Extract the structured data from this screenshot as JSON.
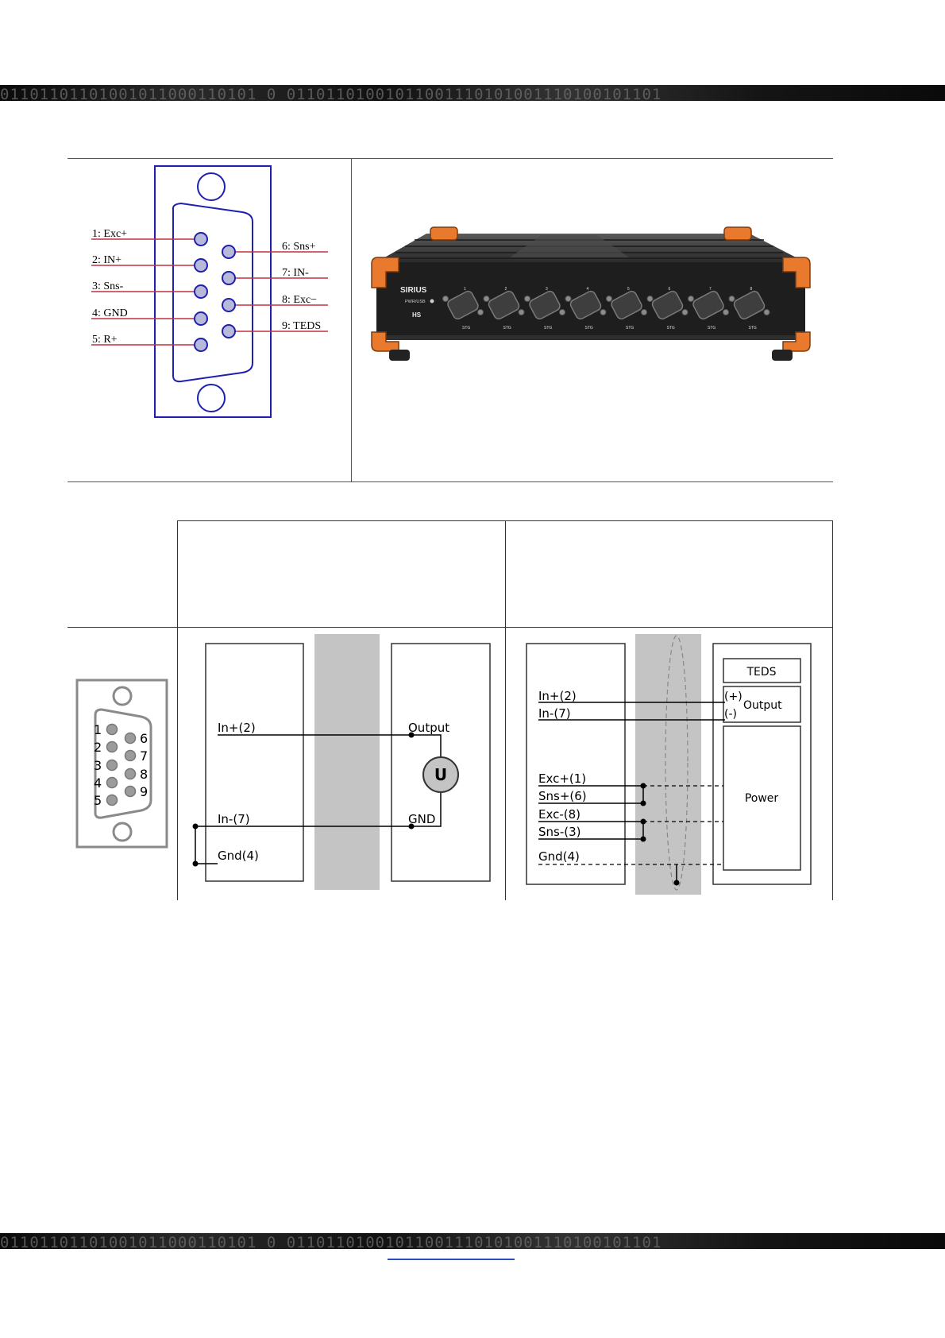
{
  "header_band": {
    "pattern": "01101101101001011000110101 0 01101101001011001110101001110100101101"
  },
  "footer_band": {
    "pattern": "01101101101001011000110101 0 01101101001011001110101001110100101101"
  },
  "pinout_diagram": {
    "pins_left": [
      "1: Exc+",
      "2: IN+",
      "3: Sns-",
      "4: GND",
      "5: R+"
    ],
    "pins_right": [
      "6: Sns+",
      "7: IN-",
      "8: Exc−",
      "9: TEDS"
    ]
  },
  "device_photo": {
    "brand": "SIRIUS",
    "status_label": "PWR/USB",
    "model": "HS",
    "channel_numbers": [
      "1",
      "2",
      "3",
      "4",
      "5",
      "6",
      "7",
      "8"
    ],
    "channel_type": "STG"
  },
  "connector_icon": {
    "left_numbers": [
      "1",
      "2",
      "3",
      "4",
      "5"
    ],
    "right_numbers": [
      "6",
      "7",
      "8",
      "9"
    ]
  },
  "voltage_schematic": {
    "labels": {
      "in_plus": "In+(2)",
      "in_minus": "In-(7)",
      "gnd": "Gnd(4)",
      "output": "Output",
      "sensor_gnd": "GND",
      "source": "U"
    }
  },
  "teds_schematic": {
    "labels": {
      "in_plus": "In+(2)",
      "in_minus": "In-(7)",
      "exc_plus": "Exc+(1)",
      "sns_plus": "Sns+(6)",
      "exc_minus": "Exc-(8)",
      "sns_minus": "Sns-(3)",
      "gnd": "Gnd(4)",
      "teds": "TEDS",
      "plus": "(+)",
      "minus": "(-)",
      "output": "Output",
      "power": "Power"
    }
  }
}
